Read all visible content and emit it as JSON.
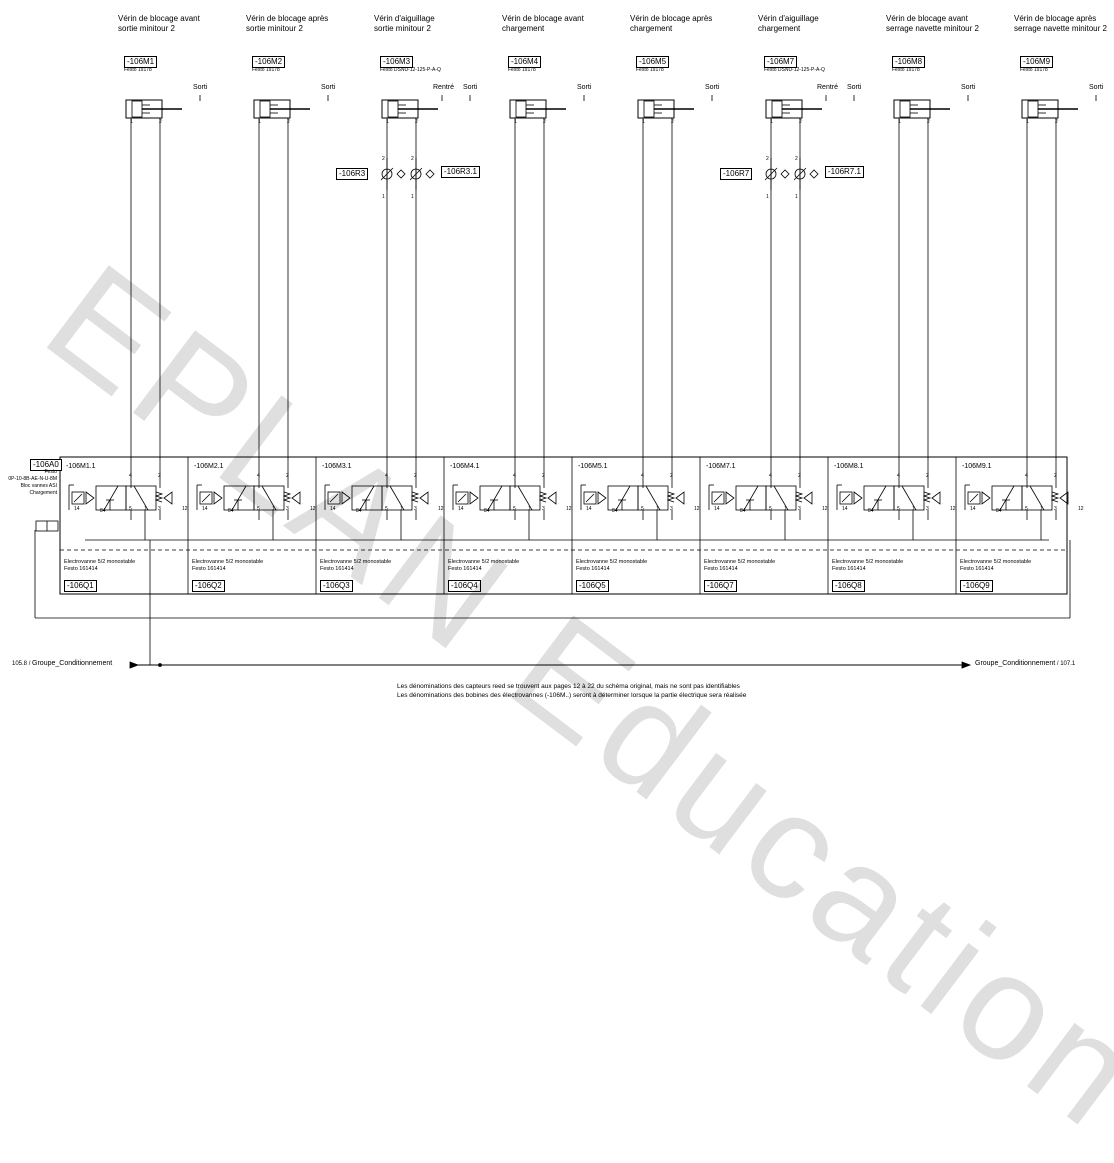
{
  "cylinders": [
    {
      "title": [
        "Vérin de blocage avant",
        "sortie minitour 2"
      ],
      "tag": "-106M1",
      "part": "Festo 19178",
      "positions": [
        "Sorti"
      ]
    },
    {
      "title": [
        "Vérin de blocage après",
        "sortie minitour 2"
      ],
      "tag": "-106M2",
      "part": "Festo 19178",
      "positions": [
        "Sorti"
      ]
    },
    {
      "title": [
        "Vérin d'aiguillage",
        "sortie minitour 2"
      ],
      "tag": "-106M3",
      "part": "Festo DSNU-12-125-P-A-Q",
      "positions": [
        "Rentré",
        "Sorti"
      ]
    },
    {
      "title": [
        "Vérin de blocage avant",
        "chargement"
      ],
      "tag": "-106M4",
      "part": "Festo 19178",
      "positions": [
        "Sorti"
      ]
    },
    {
      "title": [
        "Vérin de blocage après",
        "chargement"
      ],
      "tag": "-106M5",
      "part": "Festo 19178",
      "positions": [
        "Sorti"
      ]
    },
    {
      "title": [
        "Vérin d'aiguillage",
        "chargement"
      ],
      "tag": "-106M7",
      "part": "Festo DSNU-12-125-P-A-Q",
      "positions": [
        "Rentré",
        "Sorti"
      ]
    },
    {
      "title": [
        "Vérin de blocage avant",
        "serrage navette minitour 2"
      ],
      "tag": "-106M8",
      "part": "Festo 19178",
      "positions": [
        "Sorti"
      ]
    },
    {
      "title": [
        "Vérin de  blocage après",
        "serrage navette minitour 2"
      ],
      "tag": "-106M9",
      "part": "Festo 19178",
      "positions": [
        "Sorti"
      ]
    }
  ],
  "flow_valves": [
    {
      "tag": "-106R3",
      "ports": [
        "2",
        "1"
      ]
    },
    {
      "tag": "-106R3.1",
      "ports": [
        "2",
        "1"
      ]
    },
    {
      "tag": "-106R7",
      "ports": [
        "2",
        "1"
      ]
    },
    {
      "tag": "-106R7.1",
      "ports": [
        "2",
        "1"
      ]
    }
  ],
  "cylinder_ports": [
    "1",
    "2"
  ],
  "valve_terminal": {
    "tag": "-106A0",
    "lines": [
      "Festo",
      "0P-10-8B-AE-N-U-8M",
      "Bloc vannes ASI",
      "Chargement"
    ]
  },
  "valves": [
    {
      "label": "-106M1.1",
      "desc": [
        "Electrovanne 5/2 monostable",
        "Festo 161414"
      ],
      "coil": "-106Q1"
    },
    {
      "label": "-106M2.1",
      "desc": [
        "Electrovanne 5/2 monostable",
        "Festo 161414"
      ],
      "coil": "-106Q2"
    },
    {
      "label": "-106M3.1",
      "desc": [
        "Electrovanne 5/2 monostable",
        "Festo 161414"
      ],
      "coil": "-106Q3"
    },
    {
      "label": "-106M4.1",
      "desc": [
        "Electrovanne 5/2 monostable",
        "Festo 161414"
      ],
      "coil": "-106Q4"
    },
    {
      "label": "-106M5.1",
      "desc": [
        "Electrovanne 5/2 monostable",
        "Festo 161414"
      ],
      "coil": "-106Q5"
    },
    {
      "label": "-106M7.1",
      "desc": [
        "Electrovanne 5/2 monostable",
        "Festo 161414"
      ],
      "coil": "-106Q7"
    },
    {
      "label": "-106M8.1",
      "desc": [
        "Electrovanne 5/2 monostable",
        "Festo 161414"
      ],
      "coil": "-106Q8"
    },
    {
      "label": "-106M9.1",
      "desc": [
        "Electrovanne 5/2 monostable",
        "Festo 161414"
      ],
      "coil": "-106Q9"
    }
  ],
  "valve_ports": {
    "top": [
      "4",
      "2"
    ],
    "bottom": [
      "5",
      "1",
      "3"
    ],
    "left": "14",
    "pilot": "84",
    "right": "12"
  },
  "supply": {
    "left_ref": "105.8",
    "left_label": "Groupe_Conditionnement",
    "right_label": "Groupe_Conditionnement",
    "right_ref": "107.1",
    "separator": "/"
  },
  "notes": [
    "Les dénominations des capteurs reed se trouvent aux pages 12 à 22 du schéma original, mais ne sont pas identifiables",
    "Les dénominations des bobines des électrovannes (-106M..) seront à déterminer lorsque la partie électrique sera réalisée"
  ],
  "watermark": "EPLAN Education"
}
